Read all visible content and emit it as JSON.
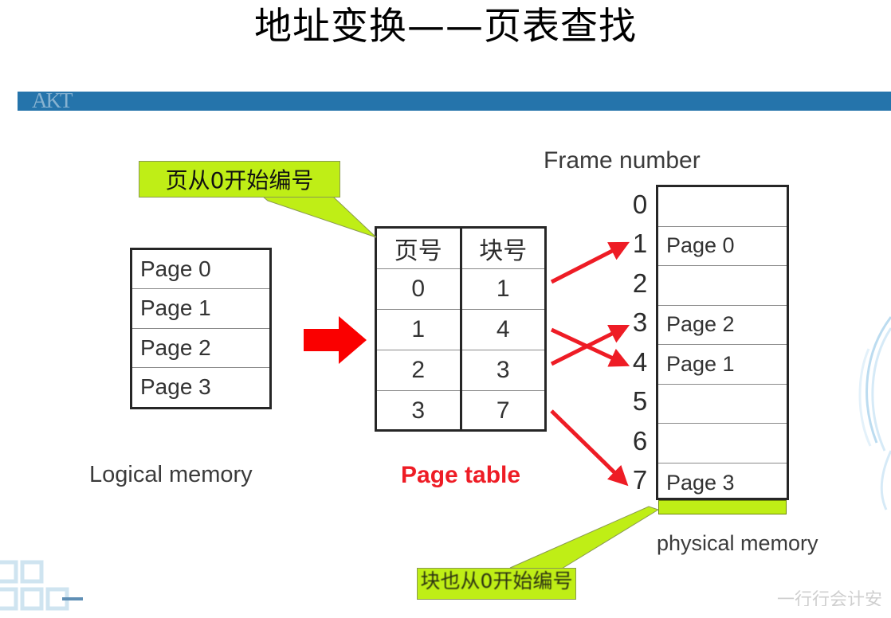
{
  "slide": {
    "title": "地址变换——页表查找",
    "divider_watermark": "AKT",
    "accent_blue": "#2574ab",
    "accent_red": "#ee1c25",
    "callout_green": "#bfee16",
    "bottom_right_watermark": "一行行会计安"
  },
  "logical_memory": {
    "label": "Logical  memory",
    "rows": [
      "Page 0",
      "Page 1",
      "Page 2",
      "Page 3"
    ]
  },
  "page_table": {
    "label": "Page table",
    "headers": [
      "页号",
      "块号"
    ],
    "rows": [
      {
        "page": "0",
        "frame": "1"
      },
      {
        "page": "1",
        "frame": "4"
      },
      {
        "page": "2",
        "frame": "3"
      },
      {
        "page": "3",
        "frame": "7"
      }
    ]
  },
  "physical_memory": {
    "header": "Frame  number",
    "label": "physical memory",
    "frames": [
      {
        "index": "0",
        "content": ""
      },
      {
        "index": "1",
        "content": "Page 0"
      },
      {
        "index": "2",
        "content": ""
      },
      {
        "index": "3",
        "content": "Page 2"
      },
      {
        "index": "4",
        "content": "Page 1"
      },
      {
        "index": "5",
        "content": ""
      },
      {
        "index": "6",
        "content": ""
      },
      {
        "index": "7",
        "content": "Page 3"
      }
    ]
  },
  "callouts": {
    "top": "页从0开始编号",
    "bottom": "块也从0开始编号"
  }
}
